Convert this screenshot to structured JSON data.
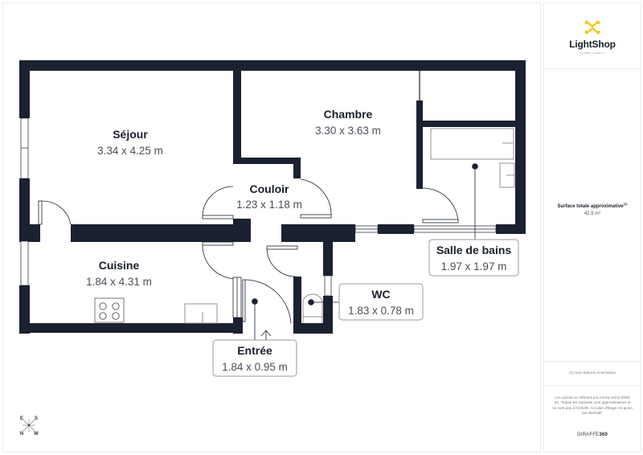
{
  "brand": {
    "name": "LightShop",
    "tagline": "GLOBAL AGENCY",
    "accent_color": "#f5c518"
  },
  "surface": {
    "title": "Surface totale approximative",
    "footnote_marker": "(1)",
    "value": "42.9 m²"
  },
  "note": "(1) Hors balcons et terrasses",
  "disclaimer": "Les calculs se réfèrent à la norme RICS IPMS 3C. Toutes les mesures sont approximatives et ne sont pas à l'échelle. Ce plan d'étage n'a qu'un but illustratif.",
  "provider": {
    "prefix": "GIRAFFE",
    "suffix": "360"
  },
  "compass": {
    "labels": [
      "E",
      "S",
      "N",
      "W"
    ]
  },
  "rooms": [
    {
      "name": "Séjour",
      "dimensions": "3.34 x 4.25 m"
    },
    {
      "name": "Chambre",
      "dimensions": "3.30 x 3.63 m"
    },
    {
      "name": "Couloir",
      "dimensions": "1.23 x 1.18 m"
    },
    {
      "name": "Cuisine",
      "dimensions": "1.84 x 4.31 m"
    },
    {
      "name": "Salle de bains",
      "dimensions": "1.97 x 1.97 m"
    },
    {
      "name": "WC",
      "dimensions": "1.83 x 0.78 m"
    },
    {
      "name": "Entrée",
      "dimensions": "1.84 x 0.95 m"
    }
  ],
  "colors": {
    "wall": "#1a2130",
    "label_border": "#9a9a9a",
    "text_dark": "#1a1f2b",
    "text_dim": "#4a4f5a"
  }
}
